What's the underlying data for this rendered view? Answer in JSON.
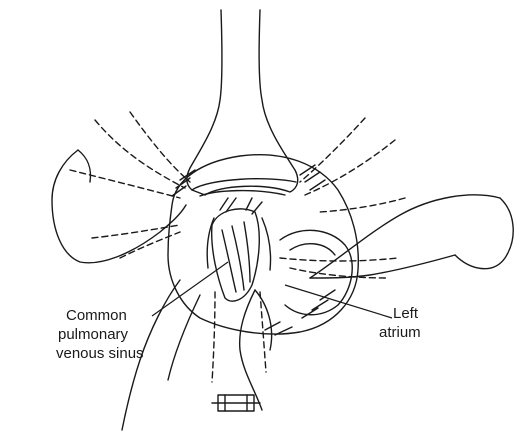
{
  "labels": {
    "common_line1": "Common",
    "common_line2": "pulmonary",
    "common_line3": "venous sinus",
    "left_line1": "Left",
    "left_line2": "atrium"
  },
  "colors": {
    "ink": "#1a1a1a",
    "background": "#ffffff"
  }
}
